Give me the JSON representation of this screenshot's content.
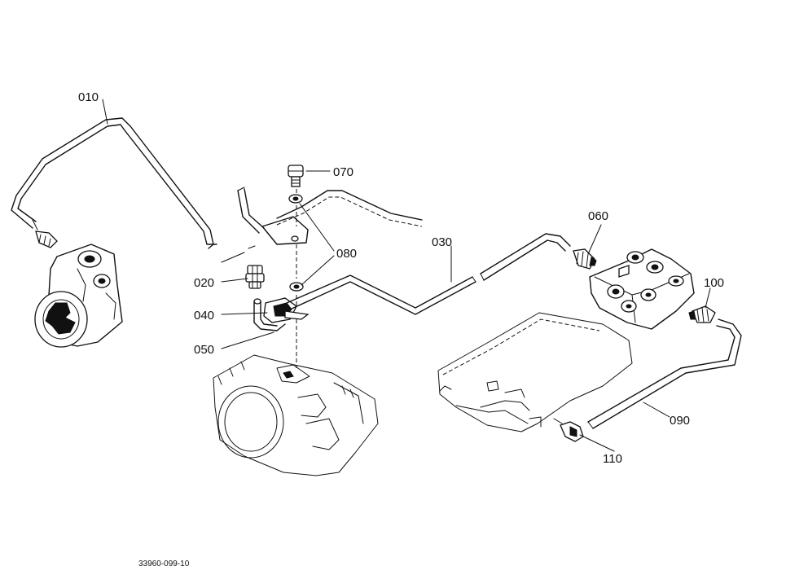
{
  "callouts": [
    {
      "id": "010",
      "text": "010"
    },
    {
      "id": "020",
      "text": "020"
    },
    {
      "id": "030",
      "text": "030"
    },
    {
      "id": "040",
      "text": "040"
    },
    {
      "id": "050",
      "text": "050"
    },
    {
      "id": "060",
      "text": "060"
    },
    {
      "id": "070",
      "text": "070"
    },
    {
      "id": "080",
      "text": "080"
    },
    {
      "id": "090",
      "text": "090"
    },
    {
      "id": "100",
      "text": "100"
    },
    {
      "id": "110",
      "text": "110"
    }
  ],
  "drawing_number": "33960-099-10"
}
